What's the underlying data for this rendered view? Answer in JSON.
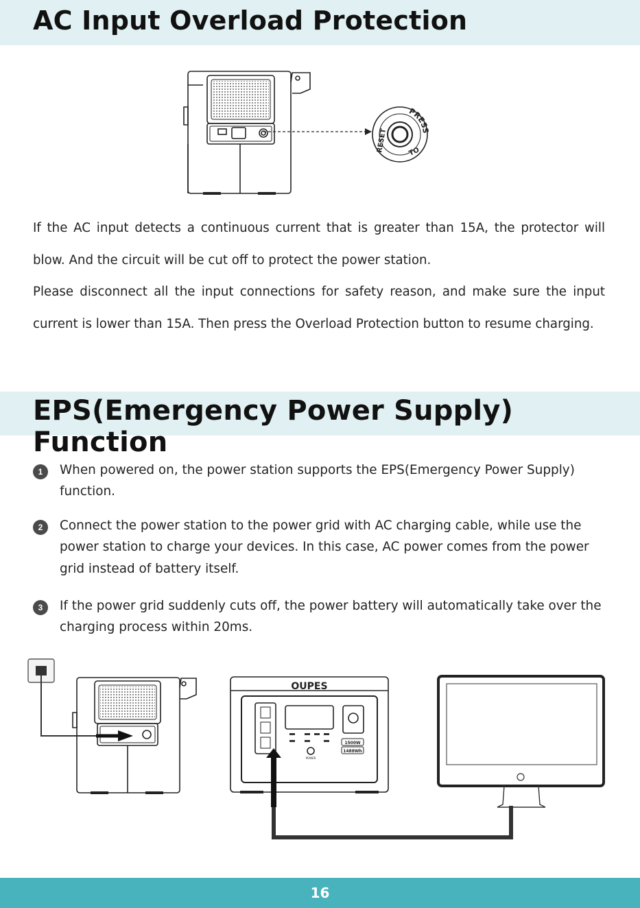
{
  "section1": {
    "title": "AC Input Overload Protection",
    "reset_button_labels": [
      "PRESS",
      "TO",
      "RESET"
    ],
    "paragraph1": "If the AC input detects a continuous current that is greater than 15A, the protector will blow. And the circuit will be cut off to protect the power station.",
    "paragraph2": "Please disconnect all the input connections for safety reason, and make sure the input current is lower than 15A. Then press the Overload Protection button to resume charging."
  },
  "section2": {
    "title": "EPS(Emergency Power Supply) Function",
    "steps": [
      {
        "number": "1",
        "text": "When powered on, the power station supports the EPS(Emergency Power Supply) function."
      },
      {
        "number": "2",
        "text": "Connect the power station to the power grid with AC charging cable, while use the power station to charge your devices. In this case, AC power comes from the power grid instead of battery itself."
      },
      {
        "number": "3",
        "text": "If the power grid suddenly cuts off, the power battery will automatically take over the charging process within 20ms."
      }
    ],
    "device_brand": "OUPES",
    "device_labels": {
      "power": "POWER",
      "watt": "1500W",
      "capacity": "1488Wh"
    }
  },
  "footer": {
    "page_number": "16"
  },
  "colors": {
    "banner_bg": "#e1f1f3",
    "footer_bg": "#48b2bd",
    "text": "#222222"
  },
  "icons": [
    "reset-button-icon",
    "power-station-side-icon",
    "power-station-front-icon",
    "monitor-icon",
    "wall-outlet-icon"
  ]
}
